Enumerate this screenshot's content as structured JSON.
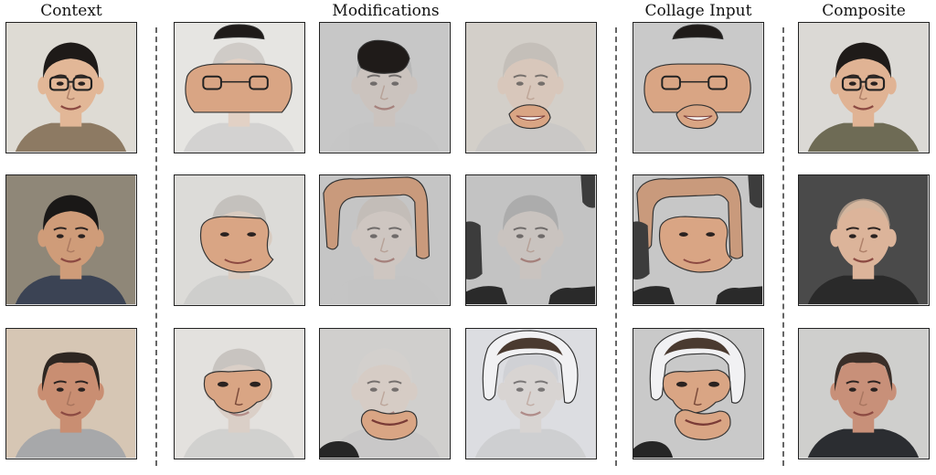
{
  "headers": {
    "context": "Context",
    "modifications": "Modifications",
    "collage_input": "Collage Input",
    "composite": "Composite"
  },
  "rows": [
    {
      "context": {
        "skin": "#e2b797",
        "hair": "#1e1a18",
        "bg": "#dedbd4",
        "shirt": "#8d7a63",
        "glasses": true,
        "hairstyle": "short"
      },
      "modifications": [
        {
          "bg": "#e6e5e2",
          "regions": [
            "hair-top",
            "eyes-band"
          ],
          "glasses": true,
          "faded": {
            "skin": "#dfc2ae",
            "hair": "#bdb7b2"
          }
        },
        {
          "bg": "#c7c7c7",
          "regions": [
            "hair-patch"
          ],
          "faded": {
            "skin": "#cfc1b7",
            "hair": "#aaa"
          }
        },
        {
          "bg": "#d3cfc9",
          "regions": [
            "mouth"
          ],
          "faded": {
            "skin": "#ddc2b1",
            "hair": "#b9b3ad"
          }
        }
      ],
      "collage": {
        "bg": "#c9c9c9",
        "regions": [
          "hair-top",
          "eyes-band",
          "mouth"
        ],
        "glasses": true
      },
      "composite": {
        "skin": "#e0b394",
        "hair": "#1f1b19",
        "bg": "#dbd9d5",
        "shirt": "#6e6b55",
        "glasses": true,
        "hairstyle": "short"
      }
    },
    {
      "context": {
        "skin": "#cf9c79",
        "hair": "#1a1817",
        "bg": "#8f8778",
        "shirt": "#3b4354",
        "glasses": false,
        "hairstyle": "short"
      },
      "modifications": [
        {
          "bg": "#dcdbd8",
          "regions": [
            "face-mid"
          ],
          "faded": {
            "skin": "#d8c0b0",
            "hair": "#b2aca7"
          }
        },
        {
          "bg": "#c5c5c5",
          "regions": [
            "head-frame"
          ],
          "faded": {
            "skin": "#d6c8be",
            "hair": "#c2b8af"
          }
        },
        {
          "bg": "#c3c3c3",
          "regions": [
            "corners-dark"
          ],
          "faded": {
            "skin": "#cfc4bc",
            "hair": "#9a9a9a"
          }
        }
      ],
      "collage": {
        "bg": "#c7c7c7",
        "regions": [
          "head-frame",
          "face-mid",
          "corners-dark"
        ]
      },
      "composite": {
        "skin": "#dcb49a",
        "hair": "#d2b79f",
        "bg": "#4a4a4a",
        "shirt": "#2a2a2a",
        "glasses": false,
        "hairstyle": "bald"
      }
    },
    {
      "context": {
        "skin": "#c98e72",
        "hair": "#2e2621",
        "bg": "#d6c6b4",
        "shirt": "#a7a8aa",
        "glasses": false,
        "hairstyle": "receding"
      },
      "modifications": [
        {
          "bg": "#e3e1de",
          "regions": [
            "eyes-nose"
          ],
          "faded": {
            "skin": "#d3c2b6",
            "hair": "#b3ada8"
          }
        },
        {
          "bg": "#d0cfcd",
          "regions": [
            "mouth-wide",
            "corner-dark"
          ],
          "faded": {
            "skin": "#dccbbf",
            "hair": "#d7d2ce"
          }
        },
        {
          "bg": "#dcdde1",
          "regions": [
            "hair-frame-white"
          ],
          "faded": {
            "skin": "#d6cdc7",
            "hair": "#c8c8cc"
          }
        }
      ],
      "collage": {
        "bg": "#c9c9c9",
        "regions": [
          "hair-frame-white",
          "eyes-nose",
          "mouth-wide",
          "corner-dark"
        ]
      },
      "composite": {
        "skin": "#c89079",
        "hair": "#3a2f29",
        "bg": "#cfcfcd",
        "shirt": "#2b2d31",
        "glasses": false,
        "hairstyle": "receding"
      }
    }
  ]
}
